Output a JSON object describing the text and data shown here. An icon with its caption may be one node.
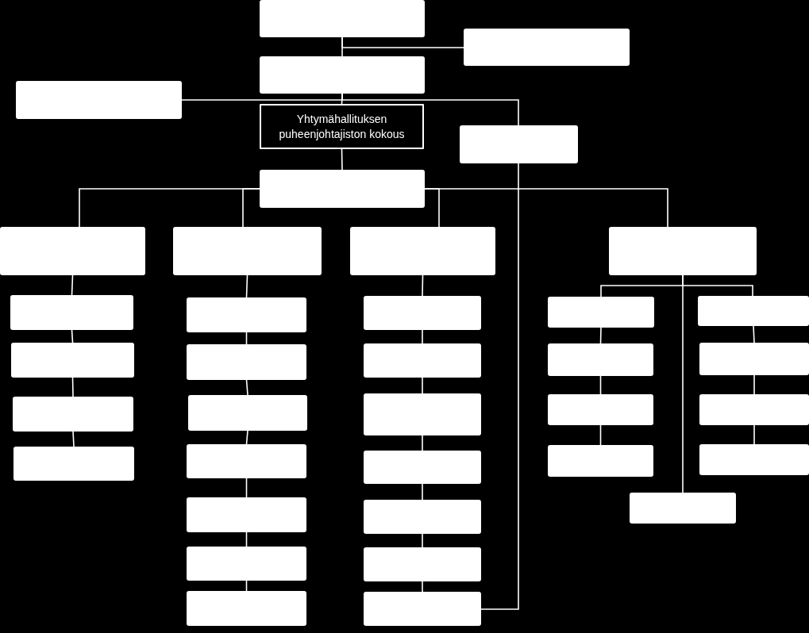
{
  "diagram": {
    "nodes": [
      {
        "text": [],
        "shape": "box"
      },
      {
        "text": [],
        "shape": "box"
      },
      {
        "text": [],
        "shape": "box"
      },
      {
        "text": [],
        "shape": "box"
      },
      {
        "text": [
          "Yhtymähallituksen puheenjohtajiston kokous"
        ]
      },
      {
        "text": [],
        "shape": "box"
      },
      {
        "text": [],
        "shape": "box"
      },
      {
        "text": [],
        "shape": "box"
      },
      {
        "text": [],
        "shape": "box"
      },
      {
        "text": [],
        "shape": "box"
      },
      {
        "text": [],
        "shape": "box"
      },
      {
        "text": [],
        "shape": "box"
      },
      {
        "text": [],
        "shape": "box"
      },
      {
        "text": [],
        "shape": "box"
      },
      {
        "text": [],
        "shape": "box"
      },
      {
        "text": [],
        "shape": "box"
      },
      {
        "text": [],
        "shape": "box"
      },
      {
        "text": [],
        "shape": "box"
      },
      {
        "text": [],
        "shape": "box"
      },
      {
        "text": [],
        "shape": "box"
      },
      {
        "text": [],
        "shape": "box"
      },
      {
        "text": [],
        "shape": "box"
      },
      {
        "text": [],
        "shape": "box"
      },
      {
        "text": [],
        "shape": "box"
      },
      {
        "text": [],
        "shape": "box"
      },
      {
        "text": [],
        "shape": "box"
      },
      {
        "text": [],
        "shape": "box"
      },
      {
        "text": [],
        "shape": "box"
      },
      {
        "text": [],
        "shape": "box"
      },
      {
        "text": [],
        "shape": "box"
      },
      {
        "text": [],
        "shape": "box"
      },
      {
        "text": [],
        "shape": "box"
      },
      {
        "text": [],
        "shape": "box"
      },
      {
        "text": [],
        "shape": "box"
      },
      {
        "text": [],
        "shape": "box"
      },
      {
        "text": [],
        "shape": "box"
      },
      {
        "text": [],
        "shape": "box"
      },
      {
        "text": [],
        "shape": "box"
      }
    ],
    "edges": [
      {
        "from": 0,
        "to": 1,
        "arrow": "none"
      },
      {
        "from": 0,
        "to": 2,
        "arrow": "none"
      },
      {
        "from": 2,
        "to": 3,
        "arrow": "none"
      },
      {
        "from": 2,
        "to": 4,
        "arrow": "none"
      },
      {
        "from": 2,
        "to": 5,
        "arrow": "none"
      },
      {
        "from": 4,
        "to": 6,
        "arrow": "none"
      },
      {
        "from": 6,
        "to": 7,
        "arrow": "none"
      },
      {
        "from": 6,
        "to": 8,
        "arrow": "none"
      },
      {
        "from": 6,
        "to": 9,
        "arrow": "none"
      },
      {
        "from": 6,
        "to": 10,
        "arrow": "none"
      },
      {
        "from": 7,
        "to": 11,
        "arrow": "none"
      },
      {
        "from": 11,
        "to": 12,
        "arrow": "none"
      },
      {
        "from": 12,
        "to": 13,
        "arrow": "none"
      },
      {
        "from": 13,
        "to": 14,
        "arrow": "none"
      },
      {
        "from": 8,
        "to": 15,
        "arrow": "none"
      },
      {
        "from": 15,
        "to": 16,
        "arrow": "none"
      },
      {
        "from": 16,
        "to": 17,
        "arrow": "none"
      },
      {
        "from": 17,
        "to": 18,
        "arrow": "none"
      },
      {
        "from": 18,
        "to": 19,
        "arrow": "none"
      },
      {
        "from": 19,
        "to": 20,
        "arrow": "none"
      },
      {
        "from": 20,
        "to": 21,
        "arrow": "none"
      },
      {
        "from": 9,
        "to": 22,
        "arrow": "none"
      },
      {
        "from": 22,
        "to": 23,
        "arrow": "none"
      },
      {
        "from": 23,
        "to": 24,
        "arrow": "none"
      },
      {
        "from": 24,
        "to": 25,
        "arrow": "none"
      },
      {
        "from": 25,
        "to": 26,
        "arrow": "none"
      },
      {
        "from": 26,
        "to": 27,
        "arrow": "none"
      },
      {
        "from": 27,
        "to": 28,
        "arrow": "none"
      },
      {
        "from": 10,
        "to": 29,
        "arrow": "none"
      },
      {
        "from": 10,
        "to": 33,
        "arrow": "none"
      },
      {
        "from": 10,
        "to": 37,
        "arrow": "none"
      },
      {
        "from": 29,
        "to": 30,
        "arrow": "none"
      },
      {
        "from": 30,
        "to": 31,
        "arrow": "none"
      },
      {
        "from": 31,
        "to": 32,
        "arrow": "none"
      },
      {
        "from": 33,
        "to": 34,
        "arrow": "none"
      },
      {
        "from": 34,
        "to": 35,
        "arrow": "none"
      },
      {
        "from": 35,
        "to": 36,
        "arrow": "none"
      },
      {
        "from": 5,
        "to": 28,
        "arrow": "none"
      }
    ]
  }
}
